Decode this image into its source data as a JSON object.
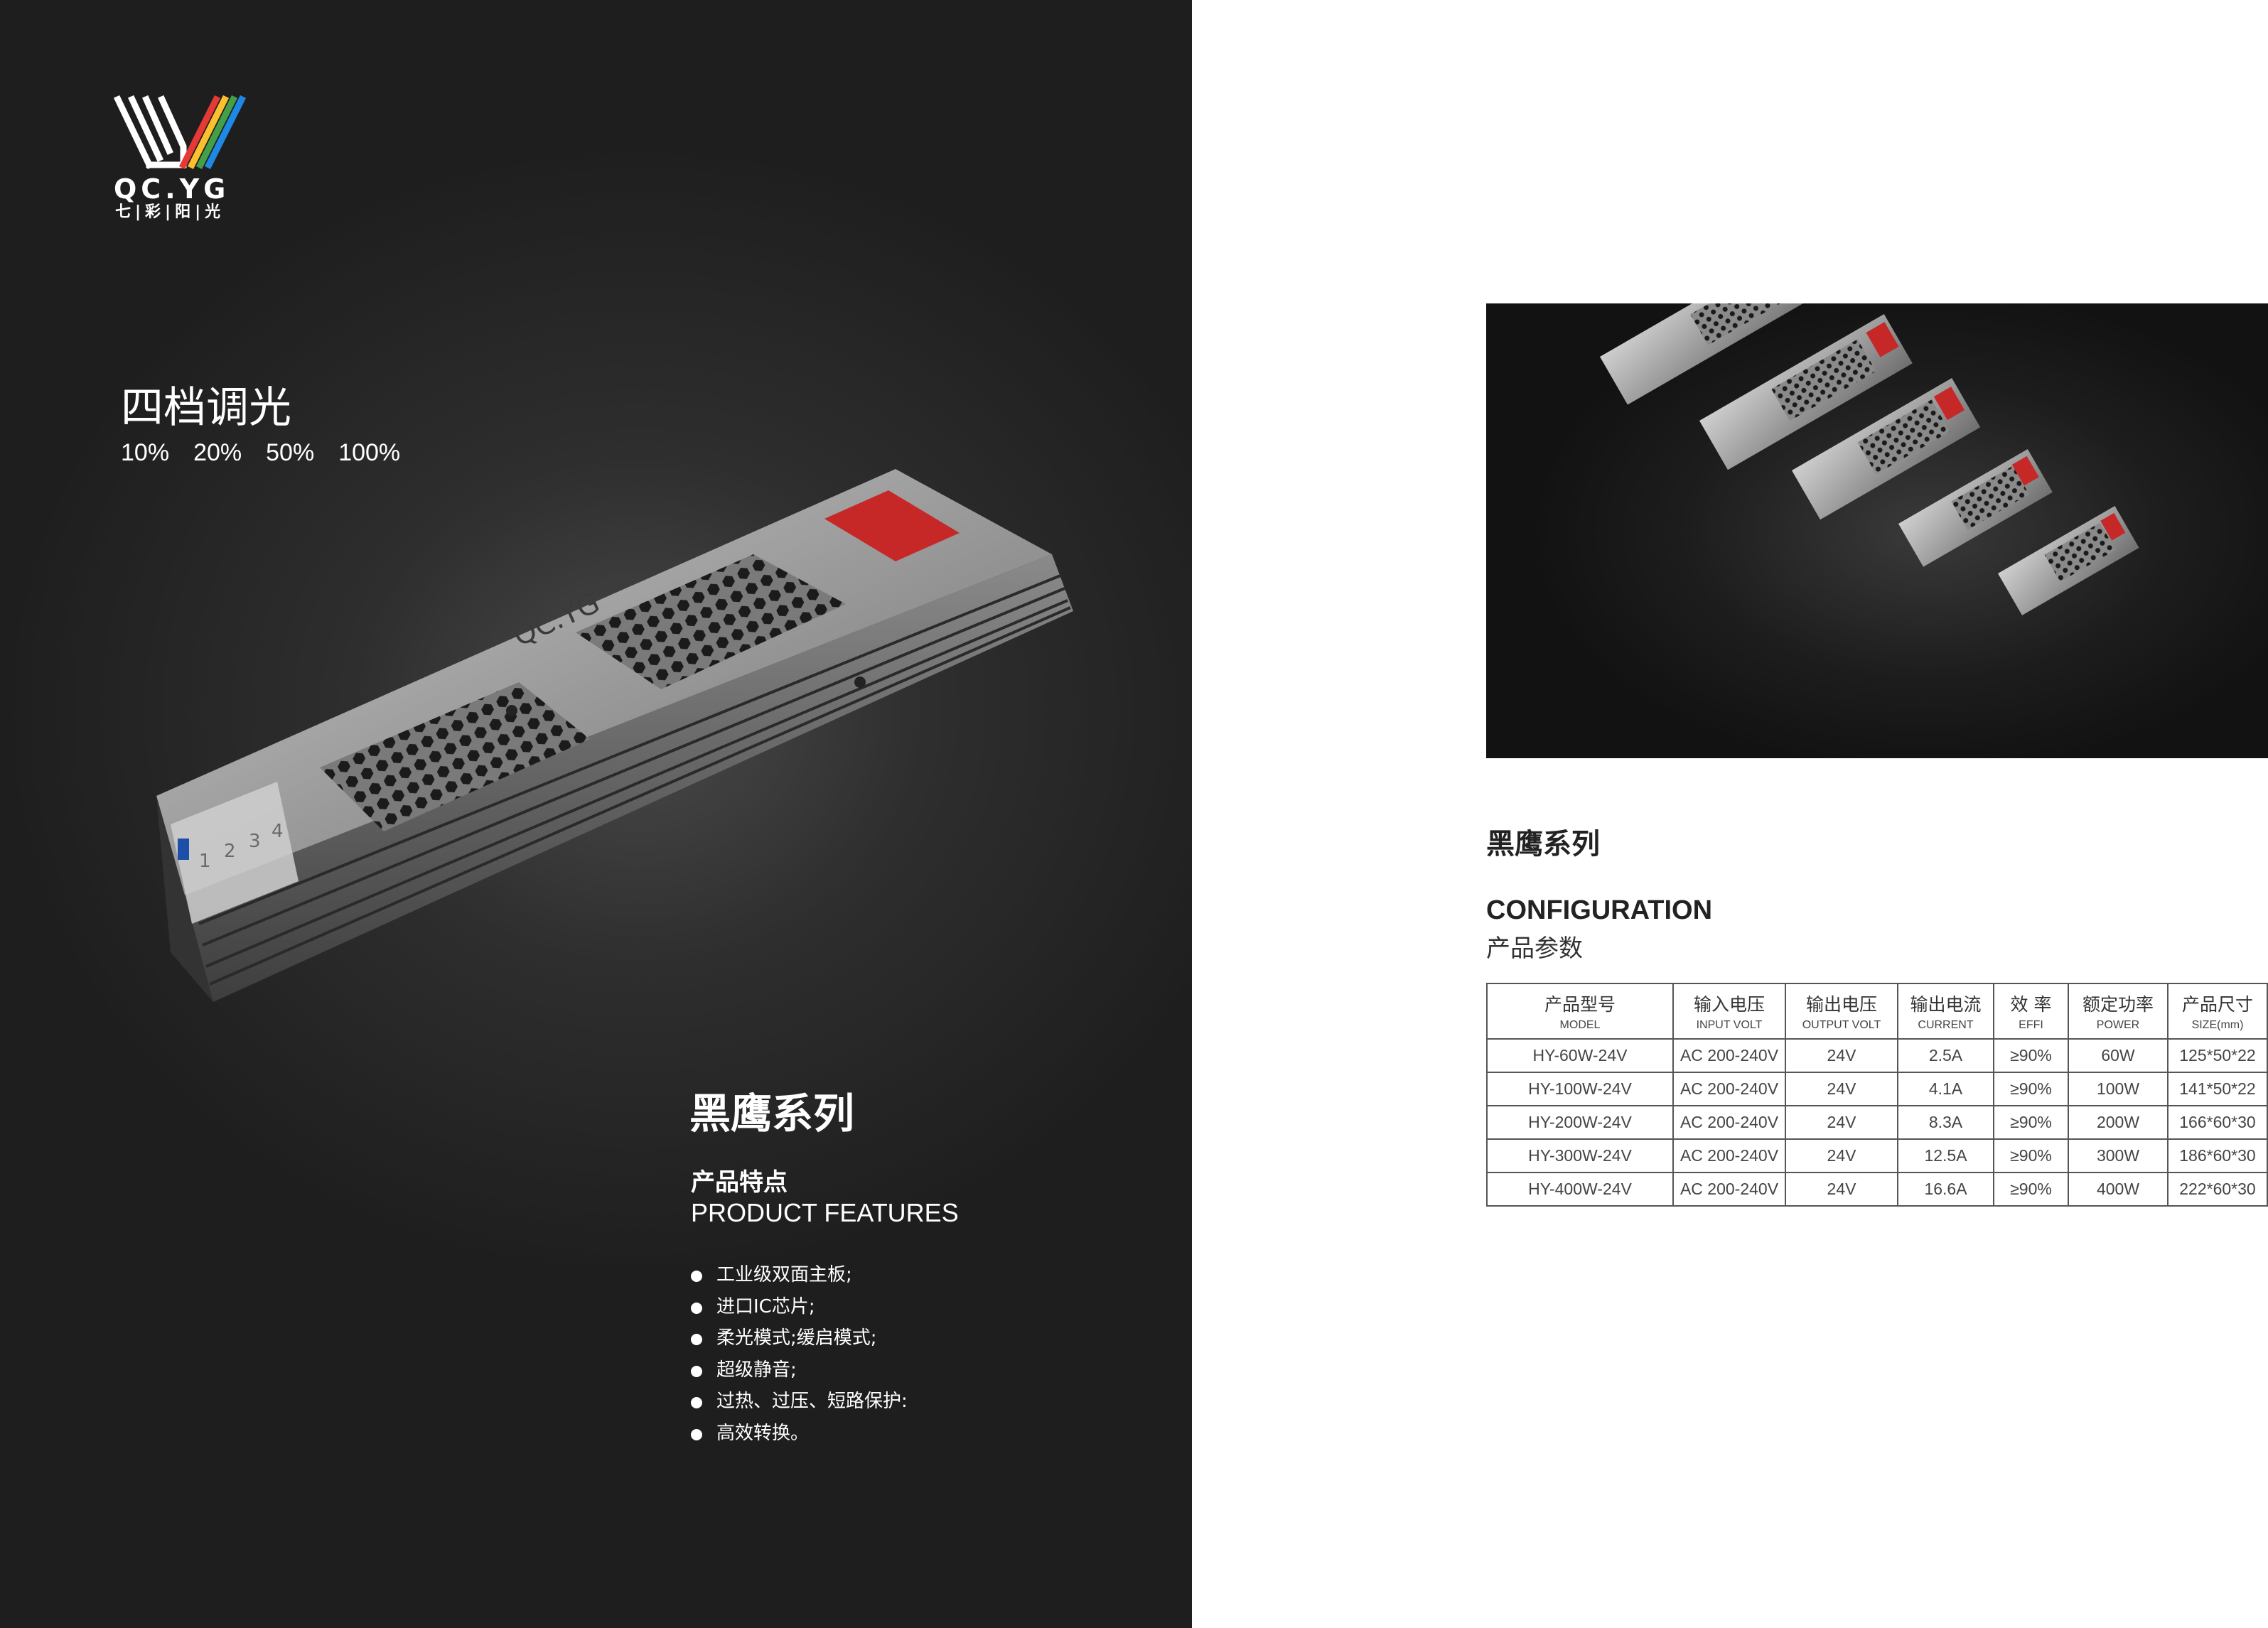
{
  "brand": {
    "logo_text": "QC.YG",
    "logo_cn": "七|彩|阳|光",
    "colors": [
      "#e53935",
      "#fbc02d",
      "#43a047",
      "#1e88e5",
      "#8e24aa"
    ]
  },
  "left": {
    "dimming_title": "四档调光",
    "dimming_levels": [
      "10%",
      "20%",
      "50%",
      "100%"
    ],
    "series_title": "黑鹰系列",
    "features_cn": "产品特点",
    "features_en": "PRODUCT FEATURES",
    "features": [
      "工业级双面主板;",
      "进口IC芯片;",
      "柔光模式;缓启模式;",
      "超级静音;",
      "过热、过压、短路保护:",
      "高效转换。"
    ]
  },
  "right": {
    "series_title": "黑鹰系列",
    "config_en": "CONFIGURATION",
    "config_cn": "产品参数",
    "table": {
      "headers": [
        {
          "cn": "产品型号",
          "en": "MODEL"
        },
        {
          "cn": "输入电压",
          "en": "INPUT VOLT"
        },
        {
          "cn": "输出电压",
          "en": "OUTPUT VOLT"
        },
        {
          "cn": "输出电流",
          "en": "CURRENT"
        },
        {
          "cn": "效 率",
          "en": "EFFI"
        },
        {
          "cn": "额定功率",
          "en": "POWER"
        },
        {
          "cn": "产品尺寸",
          "en": "SIZE(mm)"
        }
      ],
      "rows": [
        [
          "HY-60W-24V",
          "AC 200-240V",
          "24V",
          "2.5A",
          "≥90%",
          "60W",
          "125*50*22"
        ],
        [
          "HY-100W-24V",
          "AC 200-240V",
          "24V",
          "4.1A",
          "≥90%",
          "100W",
          "141*50*22"
        ],
        [
          "HY-200W-24V",
          "AC 200-240V",
          "24V",
          "8.3A",
          "≥90%",
          "200W",
          "166*60*30"
        ],
        [
          "HY-300W-24V",
          "AC 200-240V",
          "24V",
          "12.5A",
          "≥90%",
          "300W",
          "186*60*30"
        ],
        [
          "HY-400W-24V",
          "AC 200-240V",
          "24V",
          "16.6A",
          "≥90%",
          "400W",
          "222*60*30"
        ]
      ]
    }
  }
}
